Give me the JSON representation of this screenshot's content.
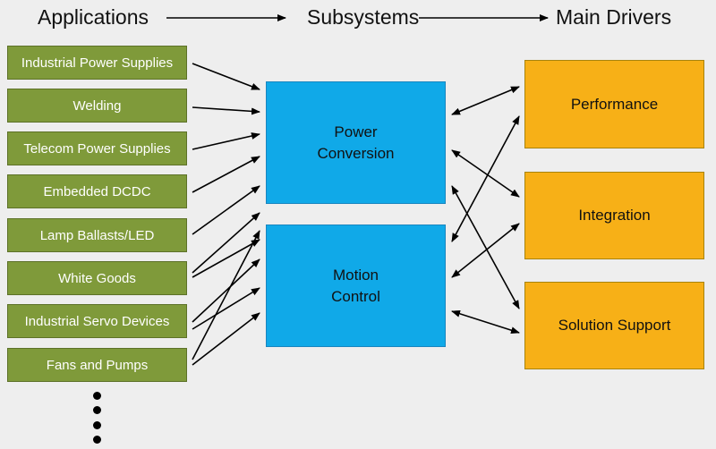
{
  "colors": {
    "background": "#eeeeee",
    "application_fill": "#7f9a3a",
    "subsystem_fill": "#10a9e8",
    "driver_fill": "#f7b017",
    "arrow": "#000000"
  },
  "headers": {
    "applications": "Applications",
    "subsystems": "Subsystems",
    "drivers": "Main Drivers"
  },
  "applications": [
    "Industrial Power Supplies",
    "Welding",
    "Telecom Power Supplies",
    "Embedded DCDC",
    "Lamp Ballasts/LED",
    "White Goods",
    "Industrial Servo Devices",
    "Fans and Pumps"
  ],
  "subsystems": {
    "power_conversion": [
      "Power",
      "Conversion"
    ],
    "motion_control": [
      "Motion",
      "Control"
    ]
  },
  "drivers": [
    "Performance",
    "Integration",
    "Solution Support"
  ],
  "continuation_marker": "⋮"
}
